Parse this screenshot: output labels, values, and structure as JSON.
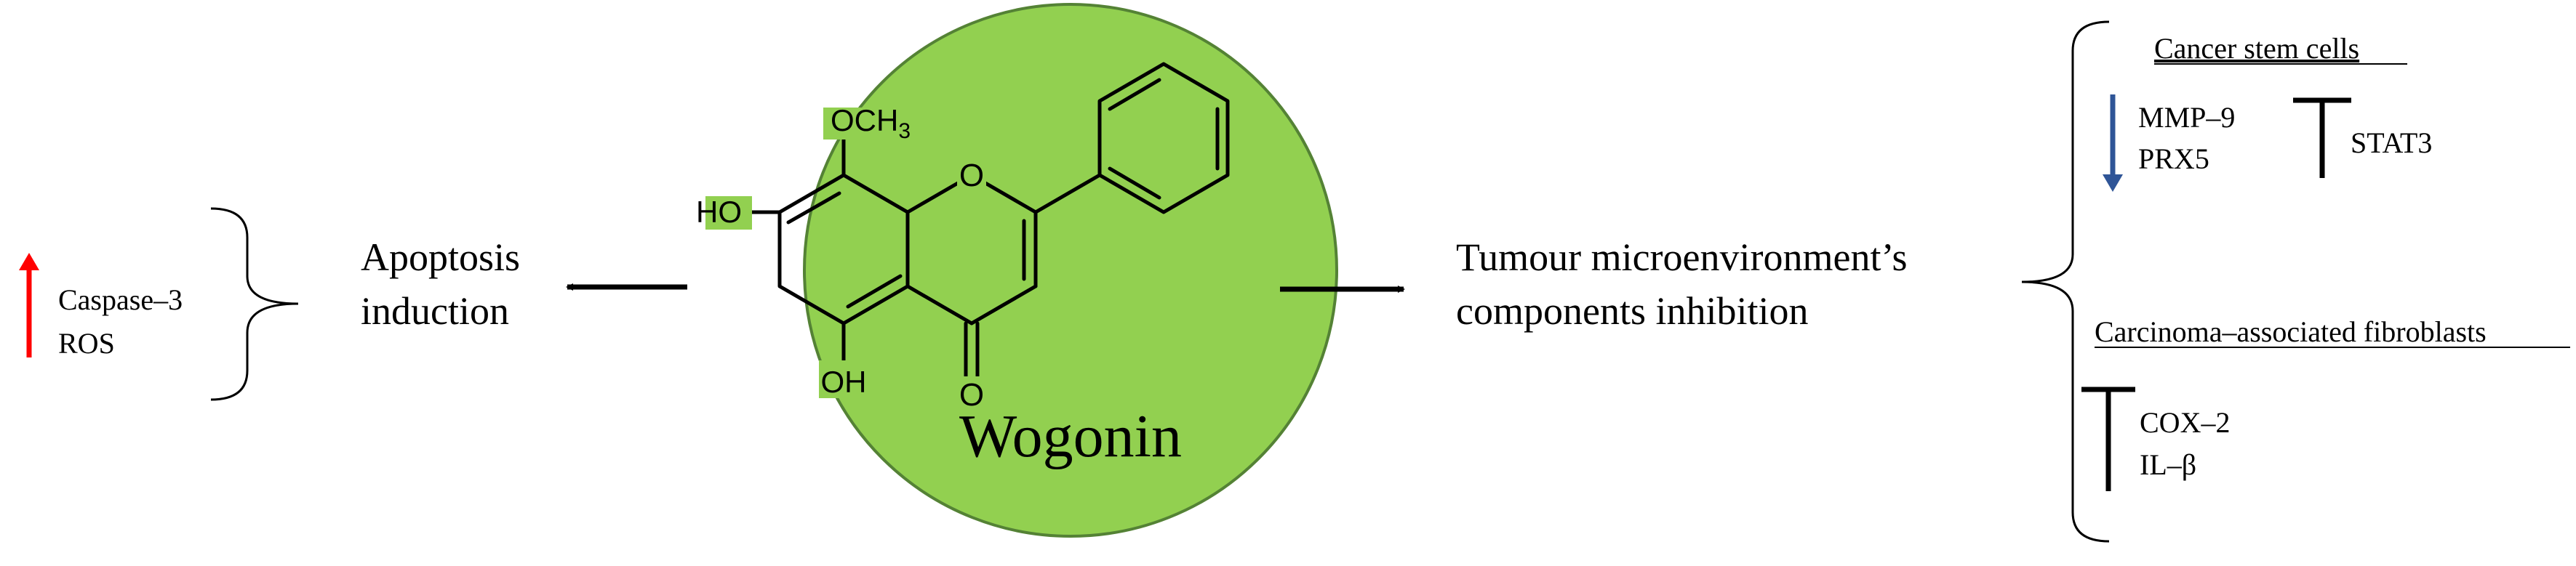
{
  "center": {
    "name": "Wogonin",
    "circle_fill": "#92d050",
    "circle_stroke": "#548235",
    "structure_labels": {
      "methoxy": "OCH",
      "methoxy_subscript": "3",
      "hydroxyl_top": "HO",
      "hydroxyl_bottom": "OH",
      "ring_oxygen": "O",
      "carbonyl_oxygen": "O"
    }
  },
  "left_branch": {
    "title_line1": "Apoptosis",
    "title_line2": "induction",
    "up_arrow_color": "#ff0000",
    "items": [
      "Caspase–3",
      "ROS"
    ]
  },
  "right_branch": {
    "title_line1": "Tumour microenvironment’s",
    "title_line2": "components inhibition",
    "groups": [
      {
        "heading": "Cancer stem cells",
        "down_arrow_color": "#2f5597",
        "down_items": [
          "MMP–9",
          "PRX5"
        ],
        "inhibited_item": "STAT3"
      },
      {
        "heading": "Carcinoma–associated  fibroblasts",
        "inhibited_items": [
          "COX–2",
          "IL–β"
        ]
      }
    ]
  }
}
